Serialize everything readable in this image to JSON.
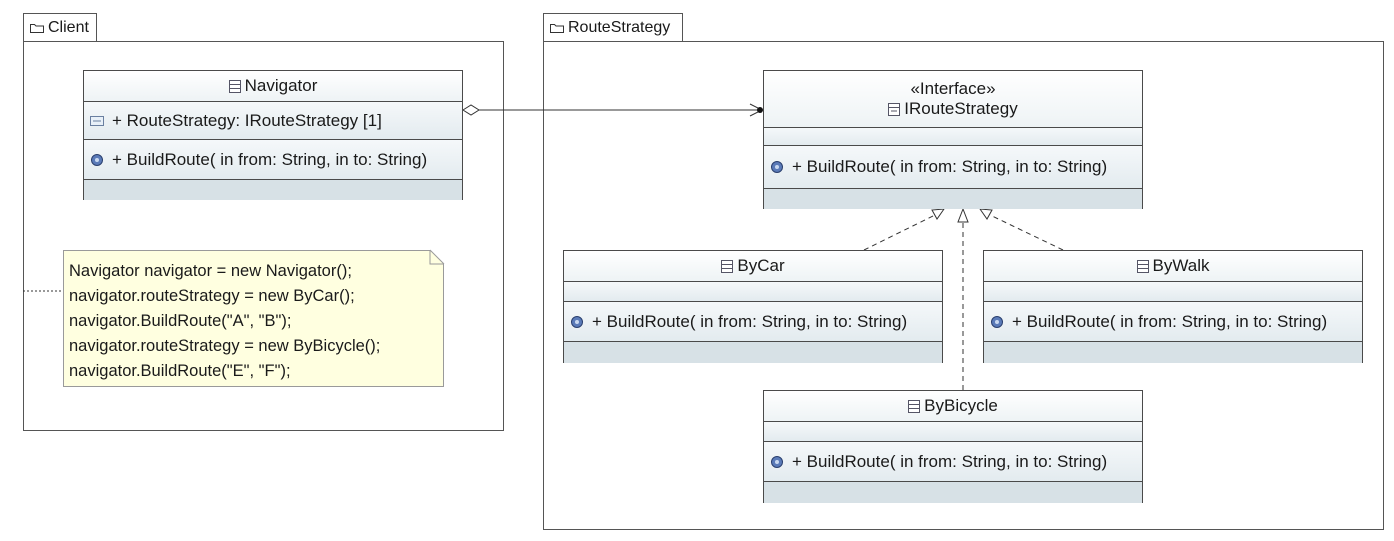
{
  "packages": {
    "client": {
      "name": "Client"
    },
    "route_strategy": {
      "name": "RouteStrategy"
    }
  },
  "classes": {
    "navigator": {
      "name": "Navigator",
      "attributes": [
        "+ RouteStrategy: IRouteStrategy [1]"
      ],
      "operations": [
        "+ BuildRoute(  in from: String,   in to: String)"
      ]
    },
    "iroute_strategy": {
      "stereotype": "«Interface»",
      "name": "IRouteStrategy",
      "operations": [
        "+ BuildRoute(  in from: String,   in to: String)"
      ]
    },
    "by_car": {
      "name": "ByCar",
      "operations": [
        "+ BuildRoute(  in from: String,   in to: String)"
      ]
    },
    "by_walk": {
      "name": "ByWalk",
      "operations": [
        "+ BuildRoute(  in from: String,   in to: String)"
      ]
    },
    "by_bicycle": {
      "name": "ByBicycle",
      "operations": [
        "+ BuildRoute(  in from: String,   in to: String)"
      ]
    }
  },
  "note": {
    "lines": [
      "Navigator navigator = new Navigator();",
      "navigator.routeStrategy = new ByCar();",
      "navigator.BuildRoute(\"A\", \"B\");",
      "navigator.routeStrategy = new ByBicycle();",
      "navigator.BuildRoute(\"E\", \"F\");"
    ]
  },
  "colors": {
    "class_fill": "#e3ebef",
    "class_footer": "#d7e1e6",
    "note_fill": "#ffffe0",
    "line": "#333333"
  }
}
